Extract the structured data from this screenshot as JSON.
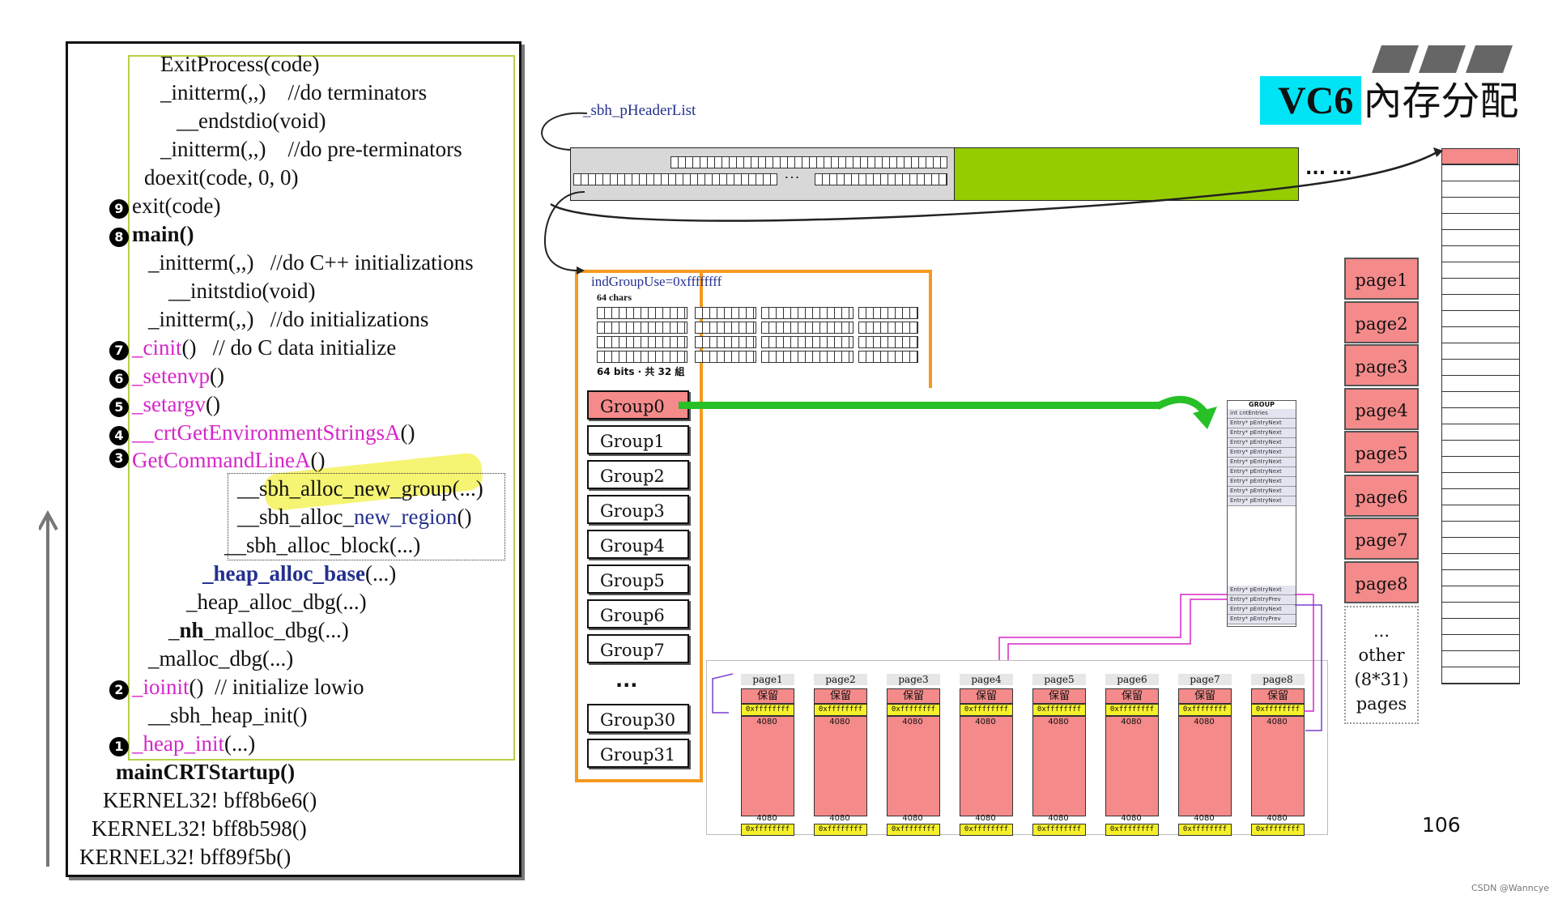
{
  "title": {
    "prefix": "VC6",
    "suffix": "內存分配"
  },
  "call_stack": {
    "lines": [
      {
        "text": "ExitProcess(code)"
      },
      {
        "text": "_initterm(,,)    //do terminators"
      },
      {
        "text": "__endstdio(void)"
      },
      {
        "text": "_initterm(,,)    //do pre-terminators"
      },
      {
        "text": "doexit(code, 0, 0)"
      },
      {
        "text": "exit(code)",
        "step": "9"
      },
      {
        "text": "main()",
        "step": "8"
      },
      {
        "text": "_initterm(,,)   //do C++ initializations"
      },
      {
        "text": "__initstdio(void)"
      },
      {
        "text": "_initterm(,,)   //do initializations"
      },
      {
        "func": "_cinit",
        "rest": "()   // do C data initialize",
        "step": "7"
      },
      {
        "func": "_setenvp",
        "rest": "()",
        "step": "6"
      },
      {
        "func": "_setargv",
        "rest": "()",
        "step": "5"
      },
      {
        "func": "__crtGetEnvironmentStringsA",
        "rest": "()",
        "step": "4"
      },
      {
        "func": "GetCommandLineA",
        "rest": "()",
        "step": "3"
      },
      {
        "text": "__sbh_alloc_new_group(...)"
      },
      {
        "pre": "__sbh_alloc_",
        "mid": "new_region",
        "rest": "()"
      },
      {
        "text": "__sbh_alloc_block(...)"
      },
      {
        "mid": "_heap_alloc_base",
        "rest": "(...)"
      },
      {
        "text": "_heap_alloc_dbg(...)"
      },
      {
        "pre": "_",
        "mid": "nh",
        "rest": "_malloc_dbg(...)"
      },
      {
        "text": "_malloc_dbg(...)"
      },
      {
        "func": "_ioinit",
        "rest": "()  // initialize lowio",
        "step": "2"
      },
      {
        "text": "__sbh_heap_init()"
      },
      {
        "func": "_heap_init",
        "rest": "(...)",
        "step": "1"
      },
      {
        "text": "mainCRTStartup()"
      },
      {
        "text": "KERNEL32! bff8b6e6()"
      },
      {
        "text": "KERNEL32! bff8b598()"
      },
      {
        "text": "KERNEL32! bff89f5b()"
      }
    ]
  },
  "header_list": {
    "label": "_sbh_pHeaderList",
    "ellipsis": "... ..."
  },
  "group_use": {
    "label": "indGroupUse=0xffffffff",
    "chars_label": "64 chars",
    "bits_label": "64 bits · 共 32 組"
  },
  "groups": [
    "Group0",
    "Group1",
    "Group2",
    "Group3",
    "Group4",
    "Group5",
    "Group6",
    "Group7",
    "...",
    "Group30",
    "Group31"
  ],
  "group_struct": {
    "title": "GROUP",
    "rows": [
      "int cntEntries",
      "Entry*  pEntryNext",
      "Entry*  pEntryNext",
      "Entry*  pEntryNext",
      "Entry*  pEntryNext",
      "Entry*  pEntryNext",
      "Entry*  pEntryNext",
      "Entry*  pEntryNext",
      "Entry*  pEntryNext",
      "Entry*  pEntryNext"
    ],
    "bottom_rows": [
      "Entry*  pEntryNext",
      "Entry*  pEntryPrev",
      "Entry*  pEntryNext",
      "Entry*  pEntryPrev"
    ]
  },
  "pages": [
    "page1",
    "page2",
    "page3",
    "page4",
    "page5",
    "page6",
    "page7",
    "page8"
  ],
  "other_pages": {
    "l1": "...",
    "l2": "other",
    "l3": "(8*31)",
    "l4": "pages"
  },
  "page_columns": {
    "reserved": "保留",
    "hex": "0xffffffff",
    "size": "4080"
  },
  "slide_number": "106",
  "credit": "CSDN @Wanncye",
  "colors": {
    "pink": "#f48a8a",
    "green": "#95cc00",
    "orange": "#f59a20",
    "cyan": "#00e5f5",
    "magenta": "#d526c8",
    "navy": "#24308e"
  }
}
